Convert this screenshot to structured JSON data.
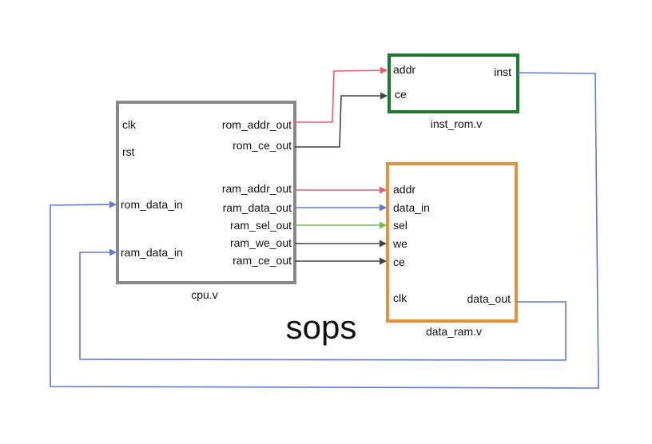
{
  "colors": {
    "cpu_border": "#888888",
    "rom_border": "#1a7a2e",
    "ram_border": "#e8913a",
    "red": "#ef5a6a",
    "blue": "#5b78ea",
    "green": "#6cc24a",
    "dark": "#444444"
  },
  "cpu": {
    "caption": "cpu.v",
    "clk": "clk",
    "rst": "rst",
    "rom_data_in": "rom_data_in",
    "ram_data_in": "ram_data_in",
    "rom_addr_out": "rom_addr_out",
    "rom_ce_out": "rom_ce_out",
    "ram_addr_out": "ram_addr_out",
    "ram_data_out": "ram_data_out",
    "ram_sel_out": "ram_sel_out",
    "ram_we_out": "ram_we_out",
    "ram_ce_out": "ram_ce_out"
  },
  "inst_rom": {
    "caption": "inst_rom.v",
    "addr": "addr",
    "ce": "ce",
    "inst": "inst"
  },
  "data_ram": {
    "caption": "data_ram.v",
    "addr": "addr",
    "data_in": "data_in",
    "sel": "sel",
    "we": "we",
    "ce": "ce",
    "clk": "clk",
    "data_out": "data_out"
  },
  "watermark": "sops"
}
